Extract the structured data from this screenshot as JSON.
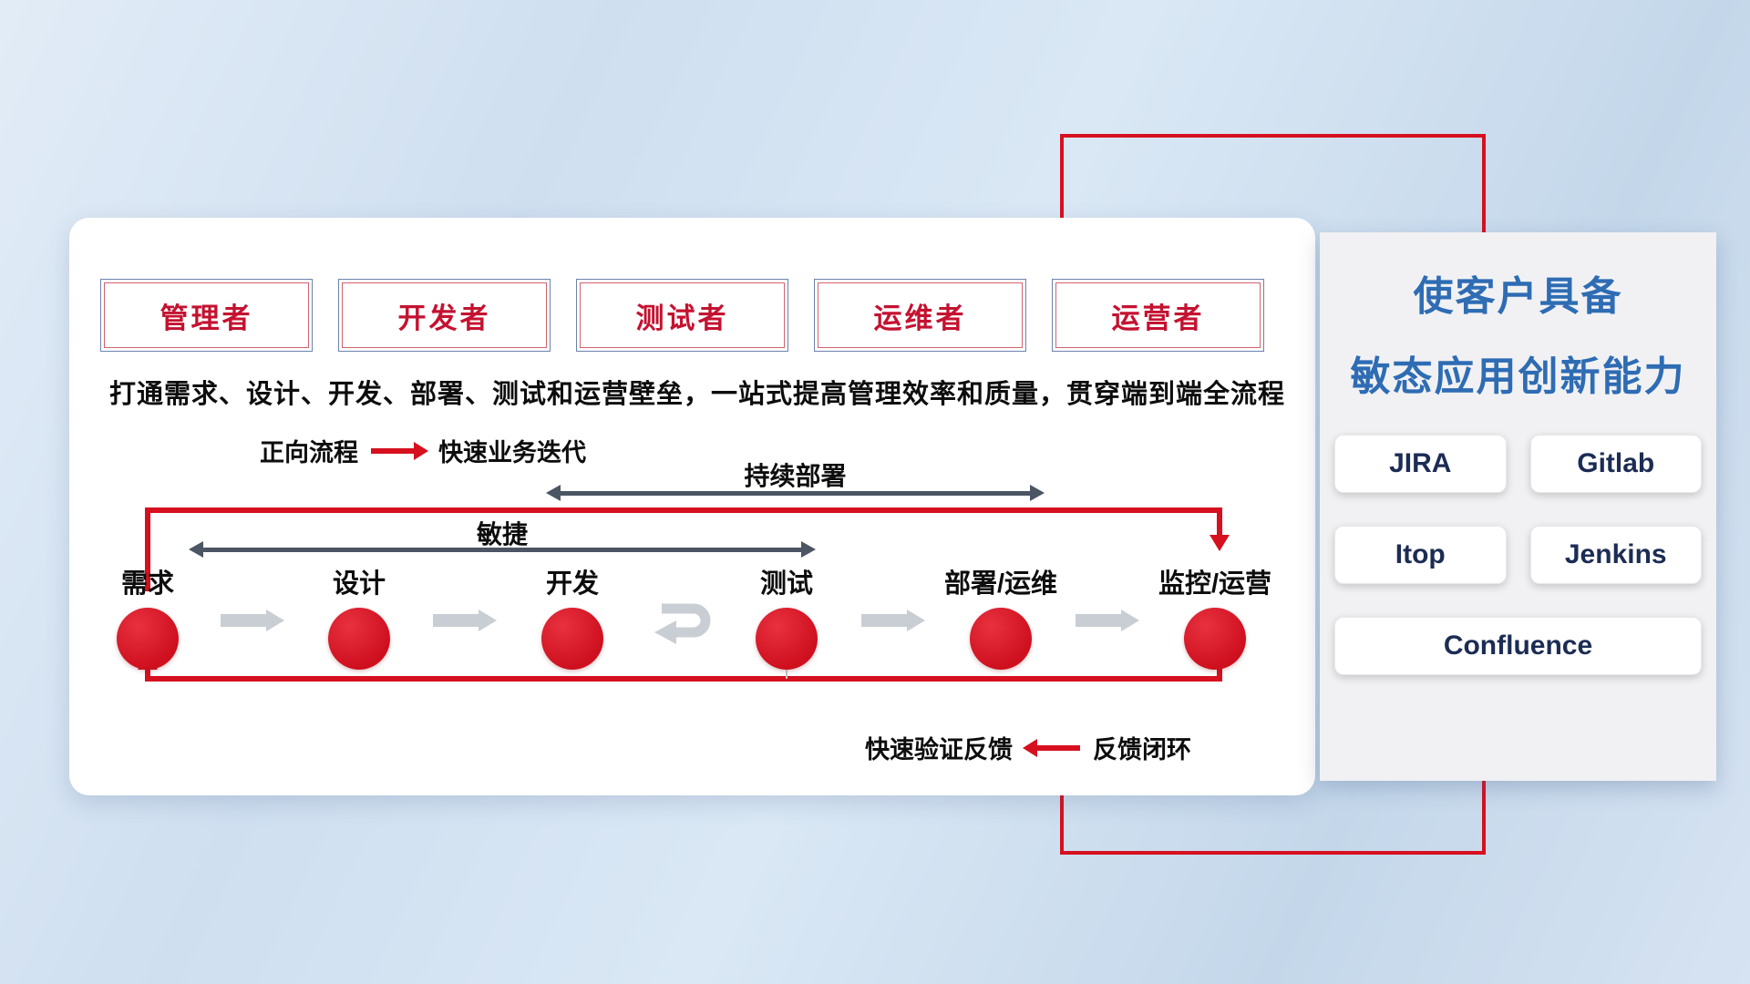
{
  "card": {
    "roles": [
      "管理者",
      "开发者",
      "测试者",
      "运维者",
      "运营者"
    ],
    "description": "打通需求、设计、开发、部署、测试和运营壁垒，一站式提高管理效率和质量，贯穿端到端全流程",
    "legend_forward": {
      "label": "正向流程",
      "value": "快速业务迭代"
    },
    "arrows": {
      "continuous_deploy": "持续部署",
      "agile": "敏捷"
    },
    "nodes": [
      "需求",
      "设计",
      "开发",
      "测试",
      "部署/运维",
      "监控/运营"
    ],
    "legend_feedback": {
      "label": "快速验证反馈",
      "value": "反馈闭环"
    }
  },
  "panel": {
    "title_line1": "使客户具备",
    "title_line2": "敏态应用创新能力",
    "tools": [
      "JIRA",
      "Gitlab",
      "Itop",
      "Jenkins",
      "Confluence"
    ]
  },
  "colors": {
    "accent_red": "#d6101f",
    "title_blue": "#2e6cb4",
    "dark_arrow": "#4b5563",
    "gray_arrow": "#c9ced4"
  }
}
